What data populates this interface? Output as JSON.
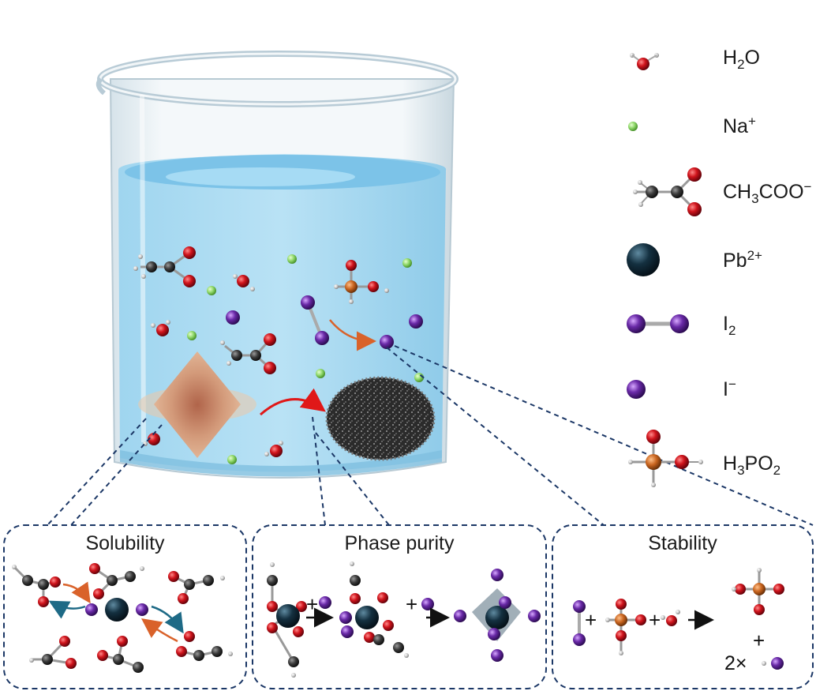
{
  "legend": [
    {
      "formula_parts": [
        {
          "t": "H"
        },
        {
          "t": "2",
          "type": "sub"
        },
        {
          "t": "O"
        }
      ],
      "icon": "water-molecule-icon"
    },
    {
      "formula_parts": [
        {
          "t": "Na"
        },
        {
          "t": "+",
          "type": "sup"
        }
      ],
      "icon": "sodium-ion-icon"
    },
    {
      "formula_parts": [
        {
          "t": "CH"
        },
        {
          "t": "3",
          "type": "sub"
        },
        {
          "t": "COO"
        },
        {
          "t": "−",
          "type": "sup"
        }
      ],
      "icon": "acetate-ion-icon"
    },
    {
      "formula_parts": [
        {
          "t": "Pb"
        },
        {
          "t": "2+",
          "type": "sup"
        }
      ],
      "icon": "lead-ion-icon"
    },
    {
      "formula_parts": [
        {
          "t": "I"
        },
        {
          "t": "2",
          "type": "sub"
        }
      ],
      "icon": "iodine-molecule-icon"
    },
    {
      "formula_parts": [
        {
          "t": "I"
        },
        {
          "t": "−",
          "type": "sup"
        }
      ],
      "icon": "iodide-ion-icon"
    },
    {
      "formula_parts": [
        {
          "t": "H"
        },
        {
          "t": "3",
          "type": "sub"
        },
        {
          "t": "PO"
        },
        {
          "t": "2",
          "type": "sub"
        }
      ],
      "icon": "hypophosphorous-acid-icon"
    }
  ],
  "panels": {
    "solubility": {
      "title": "Solubility"
    },
    "phase_purity": {
      "title": "Phase purity"
    },
    "stability": {
      "title": "Stability"
    }
  },
  "symbols": {
    "plus": "+",
    "two_times": "2×"
  },
  "colors": {
    "oxygen": "#d0141c",
    "hydrogen": "#d9d9d9",
    "carbon": "#3a3a3a",
    "sodium": "#8fd86a",
    "lead": "#143040",
    "iodine": "#6a2aa8",
    "phosphorus": "#c8641e",
    "water": "#8fcdee",
    "dashed": "#1b3766",
    "arrow_red": "#e01818",
    "arrow_orange": "#d9622a",
    "arrow_teal": "#1e6a86"
  }
}
